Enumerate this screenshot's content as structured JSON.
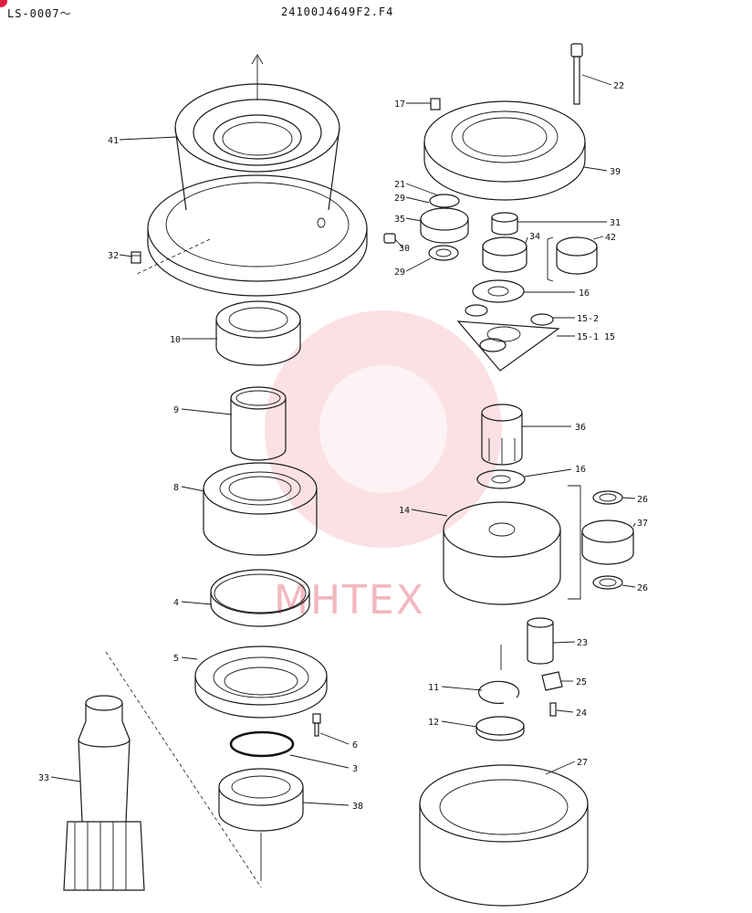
{
  "header": {
    "model_code": "LS-0007〜",
    "drawing_number": "24100J4649F2.F4"
  },
  "watermark": {
    "brand": "MHTEX",
    "color": "#f2b8c0"
  },
  "callouts": [
    {
      "id": "c41",
      "label": "41",
      "part": "housing"
    },
    {
      "id": "c32",
      "label": "32",
      "part": "plug"
    },
    {
      "id": "c30",
      "label": "30",
      "part": "plug"
    },
    {
      "id": "c10",
      "label": "10",
      "part": "bearing"
    },
    {
      "id": "c9",
      "label": "9",
      "part": "spacer"
    },
    {
      "id": "c8",
      "label": "8",
      "part": "bearing"
    },
    {
      "id": "c4",
      "label": "4",
      "part": "ring"
    },
    {
      "id": "c5",
      "label": "5",
      "part": "cover"
    },
    {
      "id": "c6",
      "label": "6",
      "part": "bolt"
    },
    {
      "id": "c3",
      "label": "3",
      "part": "o-ring"
    },
    {
      "id": "c38",
      "label": "38",
      "part": "seal"
    },
    {
      "id": "c33",
      "label": "33",
      "part": "pinion-shaft"
    },
    {
      "id": "c22",
      "label": "22",
      "part": "bolt"
    },
    {
      "id": "c17",
      "label": "17",
      "part": "plug"
    },
    {
      "id": "c39",
      "label": "39",
      "part": "motor-flange"
    },
    {
      "id": "c21",
      "label": "21",
      "part": "ring"
    },
    {
      "id": "c29a",
      "label": "29",
      "part": "washer"
    },
    {
      "id": "c35",
      "label": "35",
      "part": "gear"
    },
    {
      "id": "c31",
      "label": "31",
      "part": "bushing"
    },
    {
      "id": "c34",
      "label": "34",
      "part": "gear"
    },
    {
      "id": "c42",
      "label": "42",
      "part": "gear"
    },
    {
      "id": "c29b",
      "label": "29",
      "part": "washer"
    },
    {
      "id": "c16a",
      "label": "16",
      "part": "thrust-washer"
    },
    {
      "id": "c15-2",
      "label": "15-2",
      "part": "pin"
    },
    {
      "id": "c15-1",
      "label": "15-1",
      "part": "carrier"
    },
    {
      "id": "c15",
      "label": "15",
      "part": "carrier-assembly"
    },
    {
      "id": "c36",
      "label": "36",
      "part": "sun-gear"
    },
    {
      "id": "c16b",
      "label": "16",
      "part": "thrust-washer"
    },
    {
      "id": "c14",
      "label": "14",
      "part": "carrier"
    },
    {
      "id": "c26a",
      "label": "26",
      "part": "washer"
    },
    {
      "id": "c37",
      "label": "37",
      "part": "planet-gear"
    },
    {
      "id": "c26b",
      "label": "26",
      "part": "washer"
    },
    {
      "id": "c23",
      "label": "23",
      "part": "pin"
    },
    {
      "id": "c11",
      "label": "11",
      "part": "snap-ring"
    },
    {
      "id": "c25",
      "label": "25",
      "part": "plate"
    },
    {
      "id": "c24",
      "label": "24",
      "part": "screw"
    },
    {
      "id": "c12",
      "label": "12",
      "part": "ring"
    },
    {
      "id": "c27",
      "label": "27",
      "part": "ring-gear"
    }
  ]
}
